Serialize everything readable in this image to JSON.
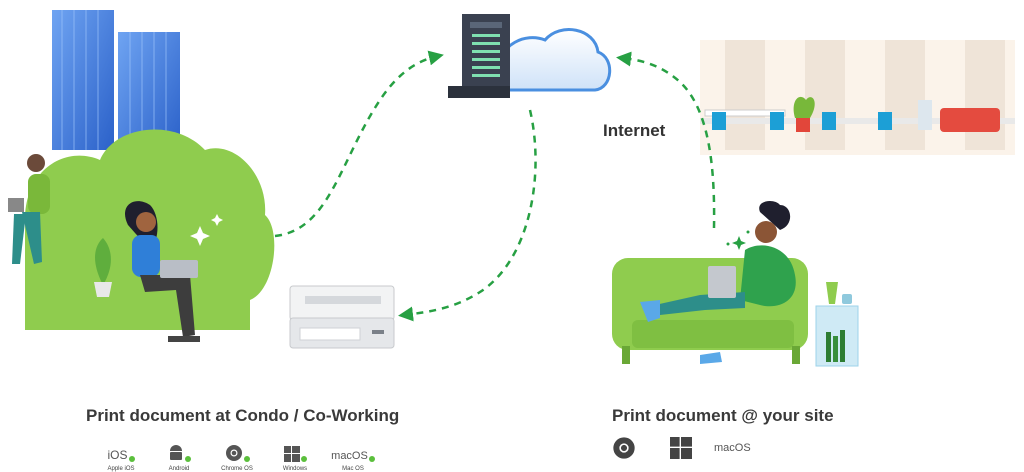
{
  "labels": {
    "internet": "Internet",
    "left_caption": "Print document at Condo / Co-Working",
    "right_caption": "Print document @ your site"
  },
  "left_os": [
    {
      "icon": "ios-icon",
      "text": "iOS",
      "label": "Apple iOS"
    },
    {
      "icon": "android-icon",
      "text": "",
      "label": "Android"
    },
    {
      "icon": "chrome-icon",
      "text": "",
      "label": "Chrome OS"
    },
    {
      "icon": "windows-icon",
      "text": "",
      "label": "Windows"
    },
    {
      "icon": "macos-icon",
      "text": "macOS",
      "label": "Mac OS"
    }
  ],
  "right_os": [
    {
      "icon": "chrome-icon"
    },
    {
      "icon": "windows-icon"
    },
    {
      "icon": "macos-icon",
      "text": "macOS"
    }
  ],
  "colors": {
    "green": "#8fcc4e",
    "dash": "#27a043",
    "server": "#3a4150",
    "cloud": "#4a8fe0",
    "building": "#3e7fe6",
    "text": "#3a3a3a"
  }
}
